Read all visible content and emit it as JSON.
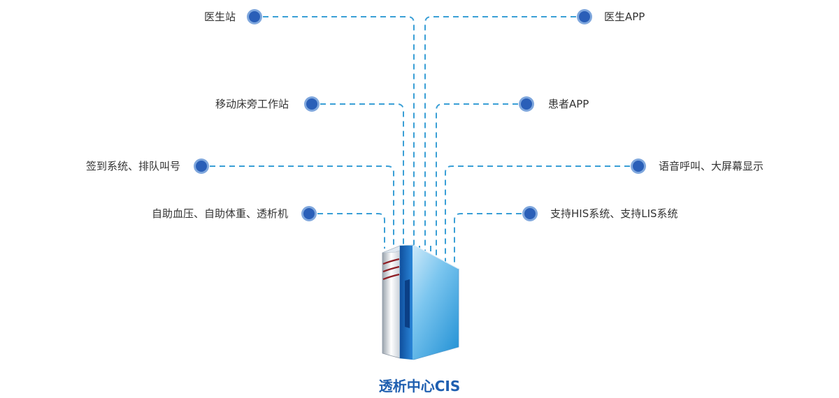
{
  "center": {
    "title": "透析中心CIS",
    "icon": "server-icon"
  },
  "colors": {
    "connector": "#3a9fd6",
    "node_fill": "#2a5fb8",
    "node_ring": "#7fa7dd",
    "label": "#333333",
    "title": "#1f5fb0"
  },
  "nodes": [
    {
      "id": "doctor-station",
      "label": "医生站",
      "side": "left"
    },
    {
      "id": "mobile-bedside-station",
      "label": "移动床旁工作站",
      "side": "left"
    },
    {
      "id": "checkin-queue",
      "label": "签到系统、排队叫号",
      "side": "left"
    },
    {
      "id": "self-service-devices",
      "label": "自助血压、自助体重、透析机",
      "side": "left"
    },
    {
      "id": "doctor-app",
      "label": "医生APP",
      "side": "right"
    },
    {
      "id": "patient-app",
      "label": "患者APP",
      "side": "right"
    },
    {
      "id": "voice-call-display",
      "label": "语音呼叫、大屏幕显示",
      "side": "right"
    },
    {
      "id": "his-lis-support",
      "label": "支持HIS系统、支持LIS系统",
      "side": "right"
    }
  ]
}
